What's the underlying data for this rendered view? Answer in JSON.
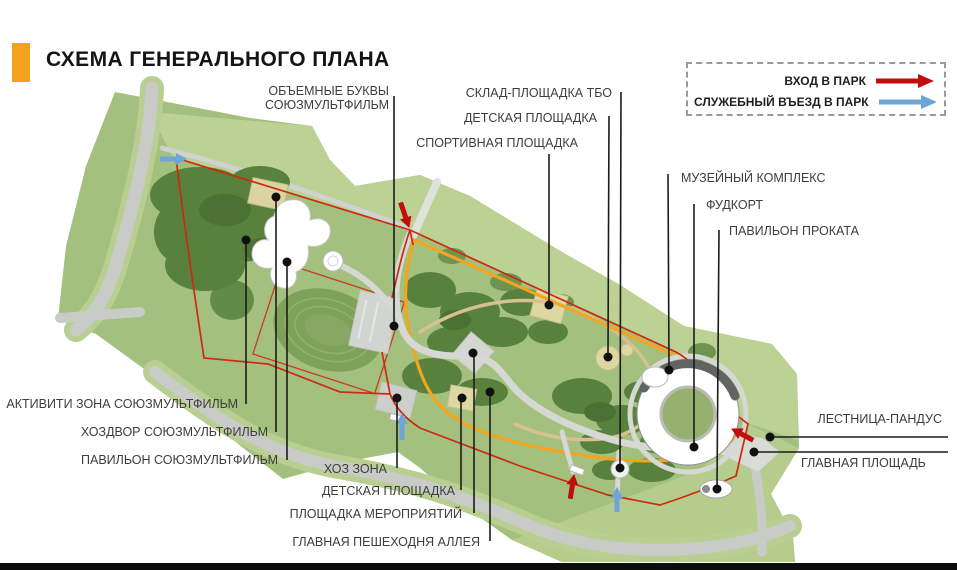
{
  "title": "СХЕМА ГЕНЕРАЛЬНОГО ПЛАНА",
  "legend": {
    "entrance_label": "ВХОД В ПАРК",
    "service_label": "СЛУЖЕБНЫЙ ВЪЕЗД В ПАРК",
    "entrance_arrow_color": "#C00D0D",
    "service_arrow_color": "#6FA4D9"
  },
  "callouts": {
    "obemnye_bukvy_line1": "ОБЪЕМНЫЕ БУКВЫ",
    "obemnye_bukvy_line2": "СОЮЗМУЛЬТФИЛЬМ",
    "sklad_tbo": "СКЛАД-ПЛОЩАДКА ТБО",
    "detskaya_top": "ДЕТСКАЯ ПЛОЩАДКА",
    "sportivnaya": "СПОРТИВНАЯ ПЛОЩАДКА",
    "muzeyny": "МУЗЕЙНЫЙ КОМПЛЕКС",
    "foodcourt": "ФУДКОРТ",
    "pavilion_prokata": "ПАВИЛЬОН ПРОКАТА",
    "aktiviti": "АКТИВИТИ ЗОНА СОЮЗМУЛЬТФИЛЬМ",
    "hozdvor": "ХОЗДВОР СОЮЗМУЛЬТФИЛЬМ",
    "pavilion_smf": "ПАВИЛЬОН СОЮЗМУЛЬТФИЛЬМ",
    "hoz_zona": "ХОЗ ЗОНА",
    "detskaya_bottom": "ДЕТСКАЯ ПЛОЩАДКА",
    "meropriyatiy": "ПЛОЩАДКА МЕРОПРИЯТИЙ",
    "alleya": "ГЛАВНАЯ ПЕШЕХОДНЯ АЛЛЕЯ",
    "lestnitsa": "ЛЕСТНИЦА-ПАНДУС",
    "glavnaya_ploshchad": "ГЛАВНАЯ ПЛОЩАДЬ"
  },
  "colors": {
    "accent_orange": "#F4A11E",
    "boundary_red": "#CC2B12",
    "loop_path_orange": "#F2A51E",
    "entrance_arrow_red": "#C00D0D",
    "service_arrow_blue": "#6FA4D9",
    "park_green": "#A3C07F"
  }
}
